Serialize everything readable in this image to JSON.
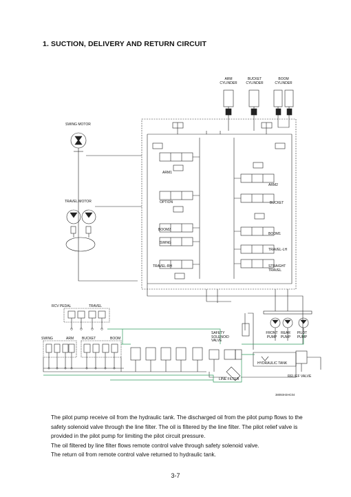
{
  "page": {
    "title": "1. SUCTION, DELIVERY AND RETURN CIRCUIT",
    "page_number": "3-7",
    "doc_ref": "38093H3HC04",
    "paragraphs": [
      "The pilot pump receive oil from the hydraulic tank.   The discharged oil from the pilot pump flows to the safety solenoid valve through the line filter.   The oil is filtered by the line filter.   The pilot relief valve is provided in the pilot pump for limiting the pilot circuit pressure.",
      "The oil filtered by line filter flows remote control valve through safety solenoid valve.",
      "The return oil from remote control valve returned to hydraulic tank."
    ]
  },
  "diagram": {
    "cylinders": [
      "ARM\nCYLINDER",
      "BUCKET\nCYLINDER",
      "BOOM\nCYLINDER"
    ],
    "swing_motor": "SWING MOTOR",
    "travel_motor": "TRAVEL MOTOR",
    "spools": [
      "ARM1",
      "ARM2",
      "OPTION",
      "BUCKET",
      "BOOM2",
      "BOOM1",
      "SWING",
      "TRAVEL-LH",
      "TRAVEL-RH",
      "STRAIGHT\nTRAVEL"
    ],
    "rcv_pedal": "RCV PEDAL",
    "travel": "TRAVEL",
    "rcv_lever_labels": [
      "SWING",
      "ARM",
      "BUCKET",
      "BOOM"
    ],
    "pumps": [
      "FRONT\nPUMP",
      "REAR\nPUMP",
      "PILOT\nPUMP"
    ],
    "safety_valve": "SAFETY\nSOLENOID\nVALVE",
    "hydraulic_tank": "HYDRAULIC TANK",
    "line_filter": "LINE FILTER",
    "relief_valve": "RELIEF VALVE"
  }
}
